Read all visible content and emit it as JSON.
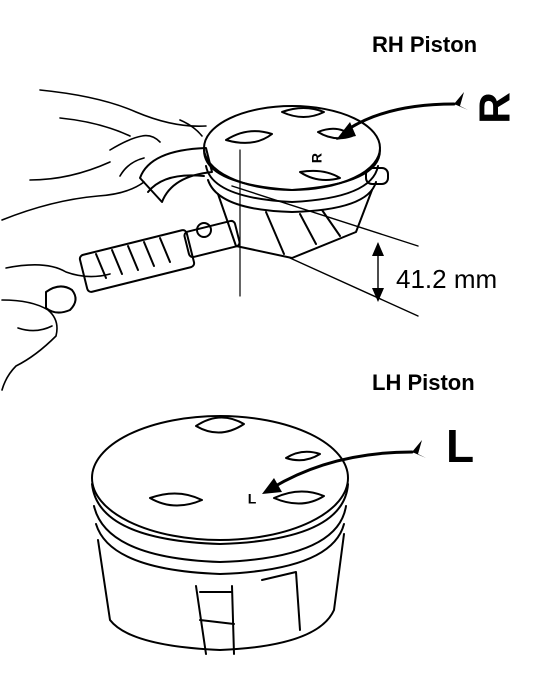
{
  "labels": {
    "rh_piston": "RH Piston",
    "lh_piston": "LH Piston",
    "measurement": "41.2 mm",
    "rh_mark": "R",
    "lh_mark": "L",
    "piston_r_stamp": "R",
    "piston_l_stamp": "L"
  },
  "colors": {
    "ink": "#000000",
    "paper": "#ffffff"
  }
}
